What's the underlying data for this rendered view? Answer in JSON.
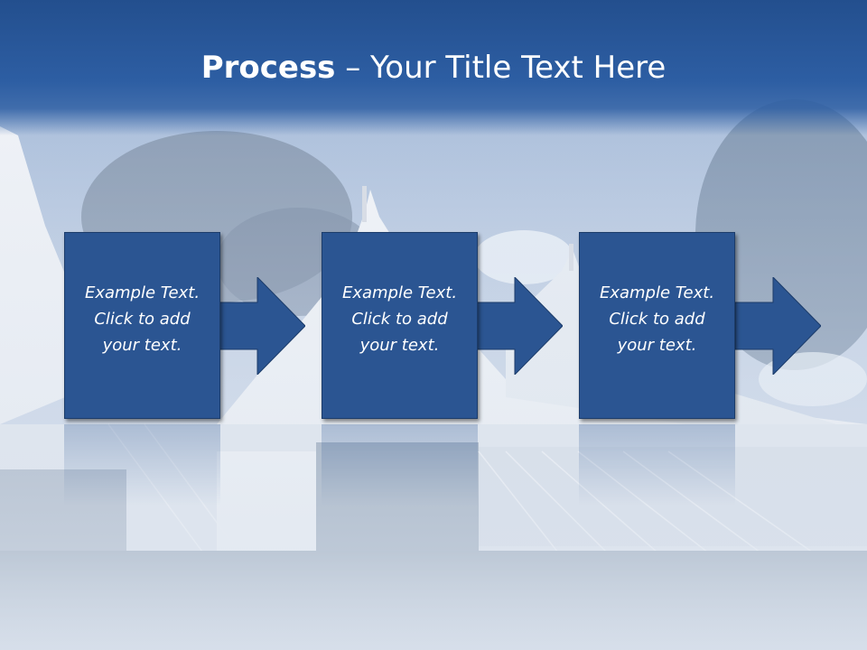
{
  "title": {
    "bold": "Process",
    "rest": " – Your Title Text Here"
  },
  "steps": [
    {
      "text": "Example Text.\nClick  to add\nyour text."
    },
    {
      "text": "Example Text.\nClick  to add\nyour text."
    },
    {
      "text": "Example Text.\nClick  to add\nyour text."
    }
  ],
  "colors": {
    "title_bar": "#2d5ea3",
    "box": "#2b5592",
    "box_border": "#1c3c6a",
    "title_text": "#ffffff"
  }
}
